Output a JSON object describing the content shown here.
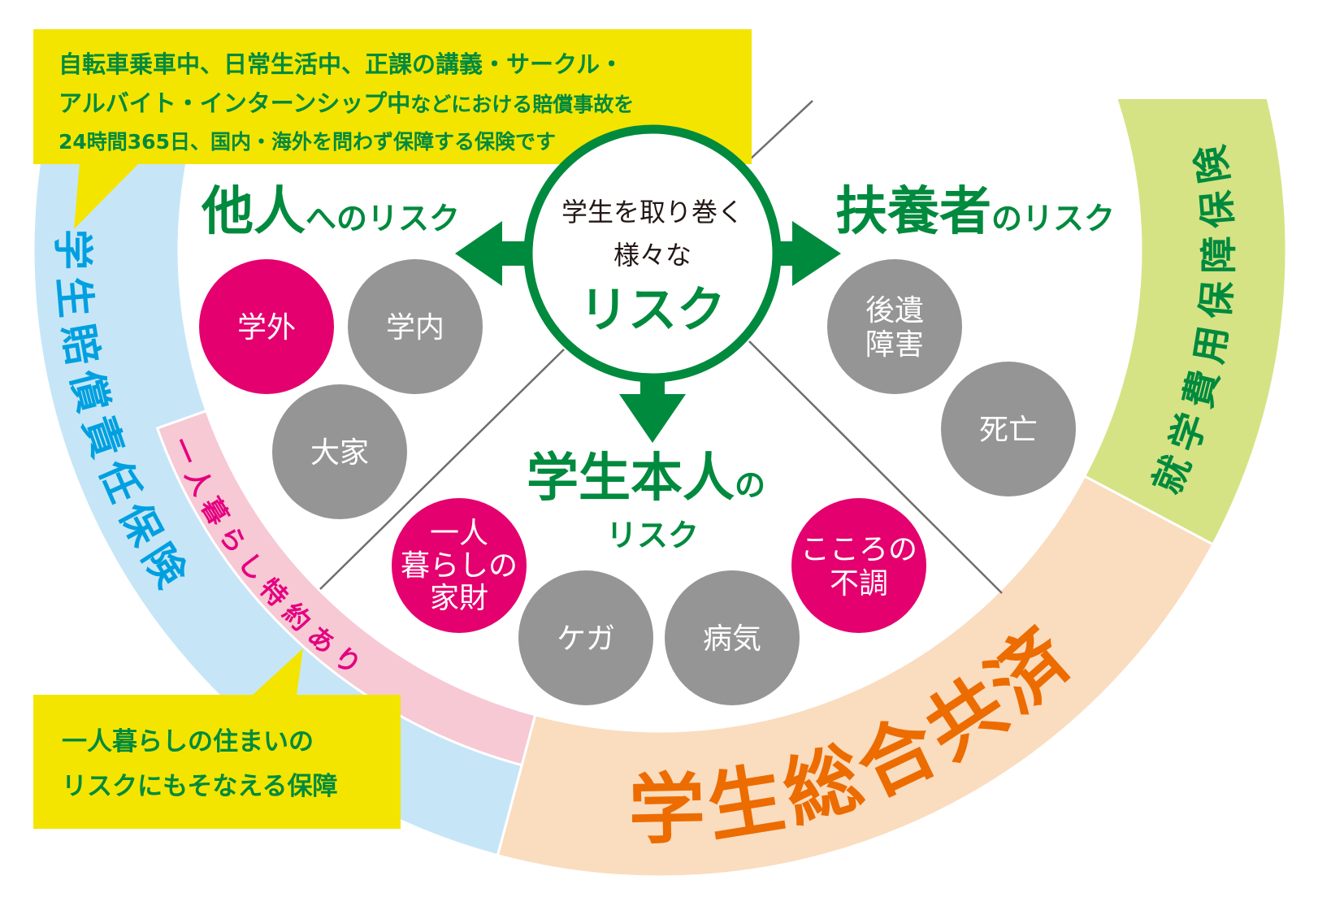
{
  "colors": {
    "green": "#008a3e",
    "yellow": "#f3e500",
    "magenta": "#e4006e",
    "gray": "#959595",
    "blue_band": "#c6e6f8",
    "blue_text": "#00a0e0",
    "pink_band": "#f6c9d4",
    "pink_text": "#e4007f",
    "orange_band": "#fadcbf",
    "orange_text": "#ec6c00",
    "lime_band": "#d5e384"
  },
  "top_callout": {
    "line1": "自転車乗車中、日常生活中、正課の講義・サークル・",
    "line2_big": "アルバイト・インターンシップ中",
    "line2_small": "などにおける賠償事故を",
    "line3": "24時間365日、国内・海外を問わず保障する保険です"
  },
  "bottom_callout": {
    "line1": "一人暮らしの住まいの",
    "line2": "リスクにもそなえる保障"
  },
  "center": {
    "line1": "学生を取り巻く",
    "line2": "様々な",
    "title": "リスク"
  },
  "sections": {
    "others": {
      "big": "他人",
      "small": "へのリスク",
      "items": [
        "学外",
        "学内",
        "大家"
      ]
    },
    "dependents": {
      "big": "扶養者",
      "small": "のリスク",
      "items": [
        [
          "後遺",
          "障害"
        ],
        "死亡"
      ]
    },
    "self": {
      "big": "学生本人",
      "small": "の",
      "line2": "リスク",
      "items": [
        [
          "一人",
          "暮らしの",
          "家財"
        ],
        "ケガ",
        "病気",
        [
          "こころの",
          "不調"
        ]
      ]
    }
  },
  "bands": {
    "liability": "学生賠償責任保険",
    "living_alone": "一人暮らし特約あり",
    "mutual_aid": "学生総合共済",
    "tuition": "就学費用保障保険"
  }
}
